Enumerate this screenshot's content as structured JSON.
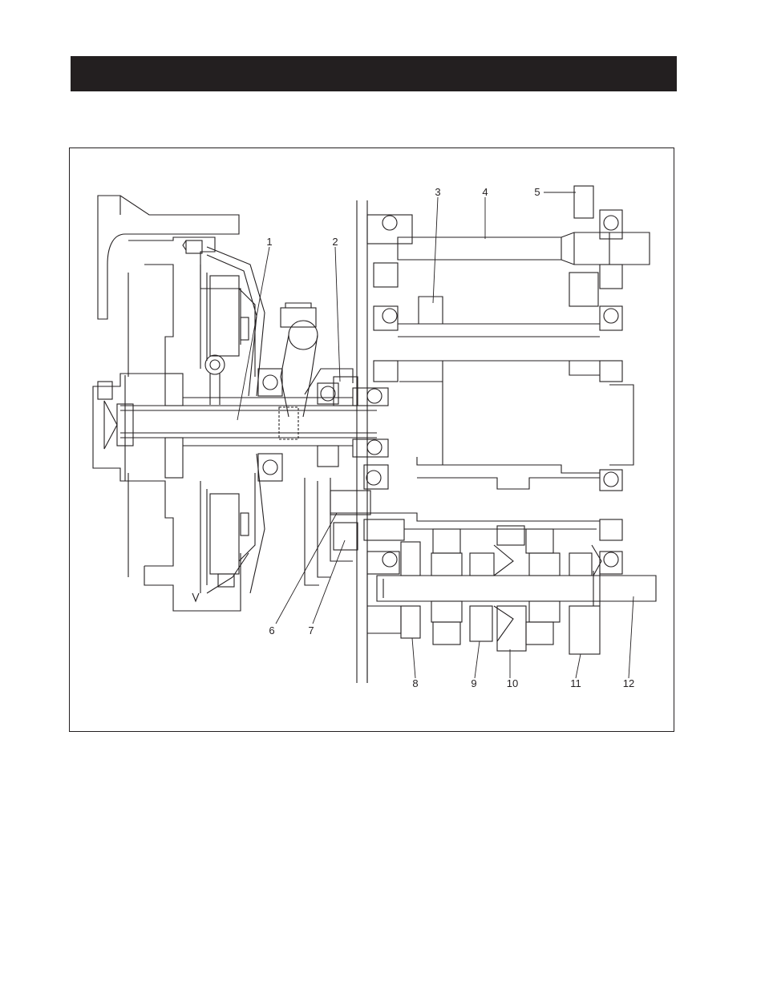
{
  "header": {
    "title": ""
  },
  "diagram": {
    "callouts": [
      {
        "id": "c1",
        "text": "1"
      },
      {
        "id": "c2",
        "text": "2"
      },
      {
        "id": "c3",
        "text": "3"
      },
      {
        "id": "c4",
        "text": "4"
      },
      {
        "id": "c5",
        "text": "5"
      },
      {
        "id": "c6",
        "text": "6"
      },
      {
        "id": "c7",
        "text": "7"
      },
      {
        "id": "c8",
        "text": "8"
      },
      {
        "id": "c9",
        "text": "9"
      },
      {
        "id": "c10",
        "text": "10"
      },
      {
        "id": "c11",
        "text": "11"
      },
      {
        "id": "c12",
        "text": "12"
      }
    ]
  },
  "colors": {
    "ink": "#231f20",
    "background": "#ffffff"
  }
}
